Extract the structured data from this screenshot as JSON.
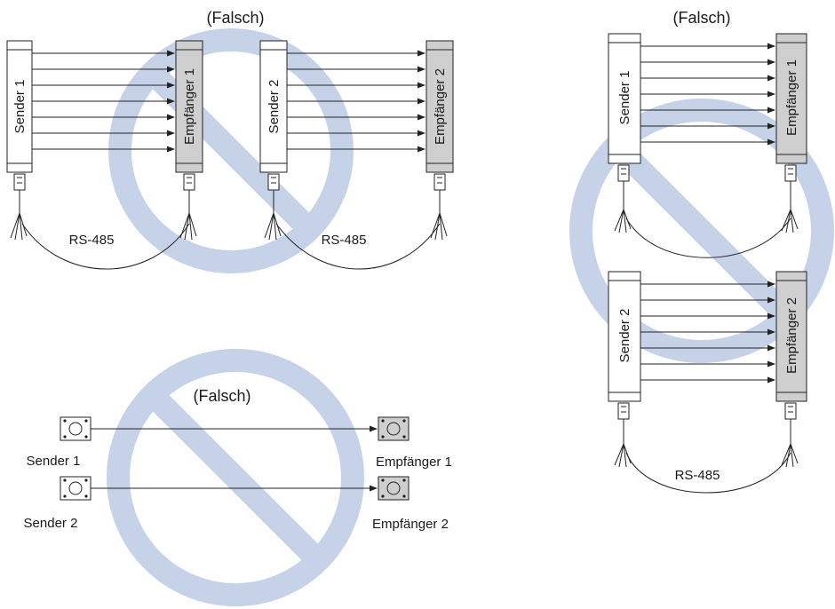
{
  "colors": {
    "prohibited": "#c5d2e8",
    "sender_fill": "#ffffff",
    "receiver_fill": "#cfcfcf",
    "line": "#222222"
  },
  "diagrams": [
    {
      "id": "top-left",
      "caption": "(Falsch)",
      "sender_1": "Sender 1",
      "receiver_1": "Empfänger 1",
      "sender_2": "Sender 2",
      "receiver_2": "Empfänger 2",
      "cable_1": "RS-485",
      "cable_2": "RS-485"
    },
    {
      "id": "right",
      "caption": "(Falsch)",
      "sender_1": "Sender 1",
      "receiver_1": "Empfänger 1",
      "sender_2": "Sender 2",
      "receiver_2": "Empfänger 2",
      "cable": "RS-485"
    },
    {
      "id": "bottom-left",
      "caption": "(Falsch)",
      "sender_1": "Sender 1",
      "receiver_1": "Empfänger 1",
      "sender_2": "Sender 2",
      "receiver_2": "Empfänger 2"
    }
  ]
}
